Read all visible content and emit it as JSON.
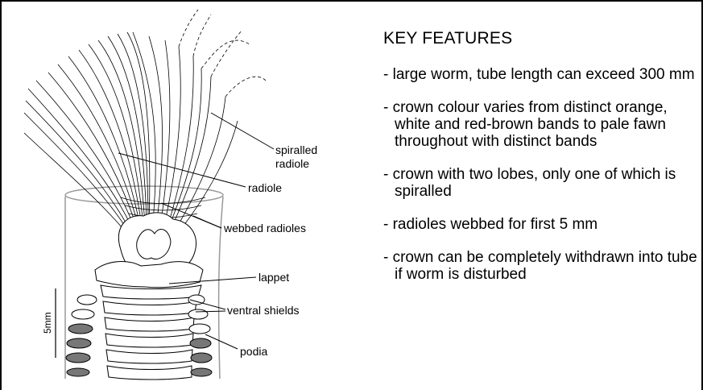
{
  "diagram": {
    "labels": {
      "spiralled_radiole": [
        "spiralled",
        "radiole"
      ],
      "radiole": "radiole",
      "webbed_radioles": "webbed radioles",
      "lappet": "lappet",
      "ventral_shields": "ventral shields",
      "podia": "podia"
    },
    "scale_bar": "5mm"
  },
  "key_features": {
    "heading": "KEY FEATURES",
    "items": [
      "- large worm, tube length can exceed 300 mm",
      "- crown colour varies from distinct orange, white and red-brown bands to pale fawn throughout with distinct bands",
      "- crown with two lobes, only one of which is spiralled",
      "- radioles webbed for first 5 mm",
      "- crown can be completely withdrawn into tube if worm is disturbed"
    ]
  }
}
